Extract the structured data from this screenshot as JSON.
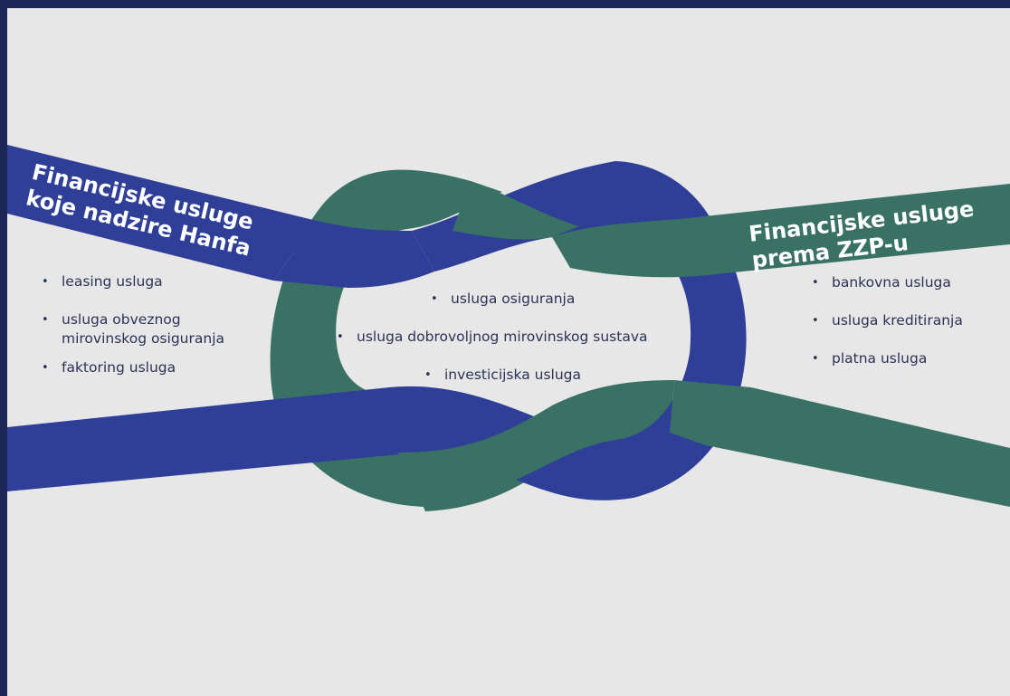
{
  "colors": {
    "frame": "#1d2757",
    "background": "#e7e7e7",
    "hanfa_band": "#2f3f98",
    "zzp_band": "#397264",
    "text": "#2c3256",
    "title_text": "#ffffff"
  },
  "hanfa": {
    "title_line1": "Financijske usluge",
    "title_line2": "koje nadzire Hanfa",
    "services": [
      "leasing usluga",
      "usluga obveznog",
      "mirovinskog osiguranja",
      "faktoring usluga"
    ]
  },
  "zzp": {
    "title_line1": "Financijske usluge",
    "title_line2": "prema ZZP-u",
    "services": [
      "bankovna usluga",
      "usluga kreditiranja",
      "platna usluga"
    ]
  },
  "shared": {
    "services": [
      "usluga osiguranja",
      "usluga dobrovoljnog mirovinskog sustava",
      "investicijska usluga"
    ]
  }
}
